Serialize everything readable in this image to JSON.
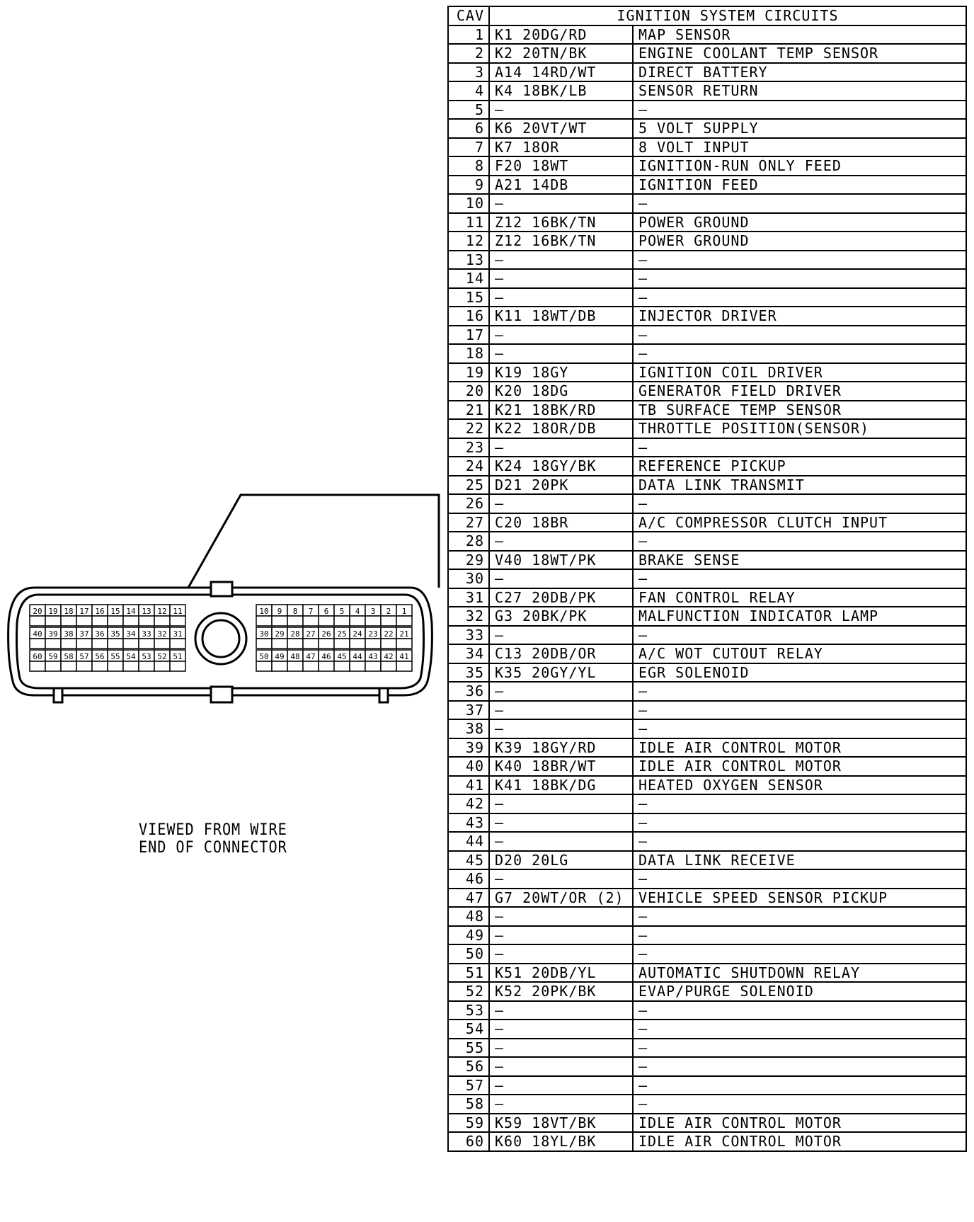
{
  "table": {
    "header": {
      "cav": "CAV",
      "title": "IGNITION SYSTEM CIRCUITS"
    },
    "rows": [
      {
        "cav": "1",
        "wire": "K1 20DG/RD",
        "function": "MAP SENSOR"
      },
      {
        "cav": "2",
        "wire": "K2 20TN/BK",
        "function": "ENGINE COOLANT TEMP SENSOR"
      },
      {
        "cav": "3",
        "wire": "A14 14RD/WT",
        "function": "DIRECT BATTERY"
      },
      {
        "cav": "4",
        "wire": "K4 18BK/LB",
        "function": "SENSOR RETURN"
      },
      {
        "cav": "5",
        "wire": "—",
        "function": "—"
      },
      {
        "cav": "6",
        "wire": "K6 20VT/WT",
        "function": "5 VOLT SUPPLY"
      },
      {
        "cav": "7",
        "wire": "K7 18OR",
        "function": "8 VOLT INPUT"
      },
      {
        "cav": "8",
        "wire": "F20 18WT",
        "function": "IGNITION-RUN ONLY FEED"
      },
      {
        "cav": "9",
        "wire": "A21 14DB",
        "function": "IGNITION FEED"
      },
      {
        "cav": "10",
        "wire": "—",
        "function": "—"
      },
      {
        "cav": "11",
        "wire": "Z12 16BK/TN",
        "function": "POWER GROUND"
      },
      {
        "cav": "12",
        "wire": "Z12 16BK/TN",
        "function": "POWER GROUND"
      },
      {
        "cav": "13",
        "wire": "—",
        "function": "—"
      },
      {
        "cav": "14",
        "wire": "—",
        "function": "—"
      },
      {
        "cav": "15",
        "wire": "—",
        "function": "—"
      },
      {
        "cav": "16",
        "wire": "K11 18WT/DB",
        "function": "INJECTOR DRIVER"
      },
      {
        "cav": "17",
        "wire": "—",
        "function": "—"
      },
      {
        "cav": "18",
        "wire": "—",
        "function": "—"
      },
      {
        "cav": "19",
        "wire": "K19 18GY",
        "function": "IGNITION COIL DRIVER"
      },
      {
        "cav": "20",
        "wire": "K20 18DG",
        "function": "GENERATOR FIELD DRIVER"
      },
      {
        "cav": "21",
        "wire": "K21 18BK/RD",
        "function": "TB SURFACE TEMP SENSOR"
      },
      {
        "cav": "22",
        "wire": "K22 18OR/DB",
        "function": "THROTTLE POSITION(SENSOR)"
      },
      {
        "cav": "23",
        "wire": "—",
        "function": "—"
      },
      {
        "cav": "24",
        "wire": "K24 18GY/BK",
        "function": "REFERENCE PICKUP"
      },
      {
        "cav": "25",
        "wire": "D21 20PK",
        "function": "DATA LINK TRANSMIT"
      },
      {
        "cav": "26",
        "wire": "—",
        "function": "—"
      },
      {
        "cav": "27",
        "wire": "C20 18BR",
        "function": "A/C COMPRESSOR CLUTCH INPUT"
      },
      {
        "cav": "28",
        "wire": "—",
        "function": "—"
      },
      {
        "cav": "29",
        "wire": "V40 18WT/PK",
        "function": "BRAKE SENSE"
      },
      {
        "cav": "30",
        "wire": "—",
        "function": "—"
      },
      {
        "cav": "31",
        "wire": "C27 20DB/PK",
        "function": "FAN CONTROL RELAY"
      },
      {
        "cav": "32",
        "wire": "G3 20BK/PK",
        "function": "MALFUNCTION INDICATOR LAMP"
      },
      {
        "cav": "33",
        "wire": "—",
        "function": "—"
      },
      {
        "cav": "34",
        "wire": "C13 20DB/OR",
        "function": "A/C WOT CUTOUT RELAY"
      },
      {
        "cav": "35",
        "wire": "K35 20GY/YL",
        "function": "EGR SOLENOID"
      },
      {
        "cav": "36",
        "wire": "—",
        "function": "—"
      },
      {
        "cav": "37",
        "wire": "—",
        "function": "—"
      },
      {
        "cav": "38",
        "wire": "—",
        "function": "—"
      },
      {
        "cav": "39",
        "wire": "K39 18GY/RD",
        "function": "IDLE AIR CONTROL MOTOR"
      },
      {
        "cav": "40",
        "wire": "K40 18BR/WT",
        "function": "IDLE AIR CONTROL MOTOR"
      },
      {
        "cav": "41",
        "wire": "K41 18BK/DG",
        "function": "HEATED OXYGEN SENSOR"
      },
      {
        "cav": "42",
        "wire": "—",
        "function": "—"
      },
      {
        "cav": "43",
        "wire": "—",
        "function": "—"
      },
      {
        "cav": "44",
        "wire": "—",
        "function": "—"
      },
      {
        "cav": "45",
        "wire": "D20 20LG",
        "function": "DATA LINK RECEIVE"
      },
      {
        "cav": "46",
        "wire": "—",
        "function": "—"
      },
      {
        "cav": "47",
        "wire": "G7 20WT/OR (2)",
        "function": "VEHICLE SPEED SENSOR PICKUP"
      },
      {
        "cav": "48",
        "wire": "—",
        "function": "—"
      },
      {
        "cav": "49",
        "wire": "—",
        "function": "—"
      },
      {
        "cav": "50",
        "wire": "—",
        "function": "—"
      },
      {
        "cav": "51",
        "wire": "K51 20DB/YL",
        "function": "AUTOMATIC SHUTDOWN RELAY"
      },
      {
        "cav": "52",
        "wire": "K52 20PK/BK",
        "function": "EVAP/PURGE SOLENOID"
      },
      {
        "cav": "53",
        "wire": "—",
        "function": "—"
      },
      {
        "cav": "54",
        "wire": "—",
        "function": "—"
      },
      {
        "cav": "55",
        "wire": "—",
        "function": "—"
      },
      {
        "cav": "56",
        "wire": "—",
        "function": "—"
      },
      {
        "cav": "57",
        "wire": "—",
        "function": "—"
      },
      {
        "cav": "58",
        "wire": "—",
        "function": "—"
      },
      {
        "cav": "59",
        "wire": "K59 18VT/BK",
        "function": "IDLE AIR CONTROL MOTOR"
      },
      {
        "cav": "60",
        "wire": "K60 18YL/BK",
        "function": "IDLE AIR CONTROL MOTOR"
      }
    ]
  },
  "connector": {
    "caption_line1": "VIEWED FROM WIRE",
    "caption_line2": "END OF CONNECTOR",
    "left_rows": [
      [
        "20",
        "19",
        "18",
        "17",
        "16",
        "15",
        "14",
        "13",
        "12",
        "11"
      ],
      [
        "40",
        "39",
        "38",
        "37",
        "36",
        "35",
        "34",
        "33",
        "32",
        "31"
      ],
      [
        "60",
        "59",
        "58",
        "57",
        "56",
        "55",
        "54",
        "53",
        "52",
        "51"
      ]
    ],
    "right_rows": [
      [
        "10",
        "9",
        "8",
        "7",
        "6",
        "5",
        "4",
        "3",
        "2",
        "1"
      ],
      [
        "30",
        "29",
        "28",
        "27",
        "26",
        "25",
        "24",
        "23",
        "22",
        "21"
      ],
      [
        "50",
        "49",
        "48",
        "47",
        "46",
        "45",
        "44",
        "43",
        "42",
        "41"
      ]
    ]
  }
}
